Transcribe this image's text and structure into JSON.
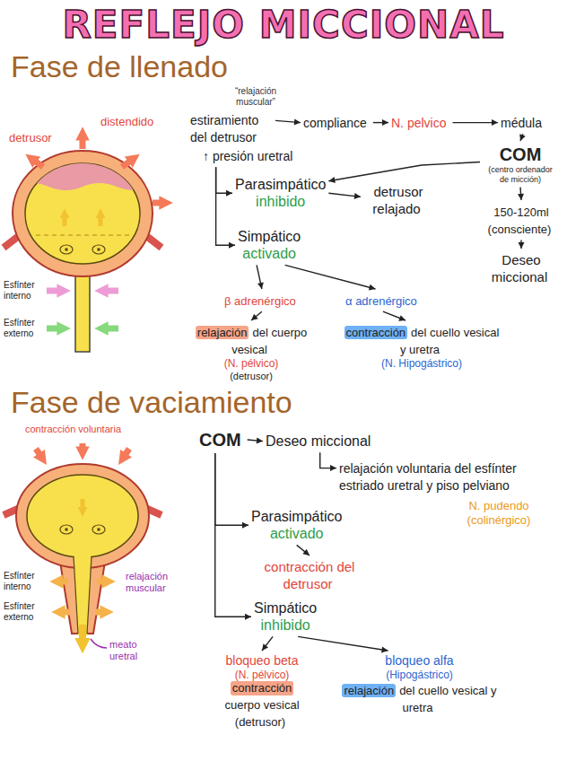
{
  "diagram": {
    "title": "REFLEJO MICCIONAL",
    "nodes": [
      {
        "text": [
          "estiramiento del detrusor"
        ]
      },
      {
        "text": [
          "compliance"
        ]
      },
      {
        "text": [
          "N. pelvico"
        ]
      },
      {
        "text": [
          "médula"
        ]
      },
      {
        "text": [
          "COM",
          "(centro ordenador de micción)"
        ]
      },
      {
        "text": [
          "↑ presión uretral"
        ]
      },
      {
        "text": [
          "150-120ml (consciente)"
        ]
      },
      {
        "text": [
          "Parasimpático",
          "inhibido"
        ]
      },
      {
        "text": [
          "detrusor relajado"
        ]
      },
      {
        "text": [
          "Deseo miccional"
        ]
      },
      {
        "text": [
          "Simpático",
          "activado"
        ]
      },
      {
        "text": [
          "β adrenérgico"
        ]
      },
      {
        "text": [
          "α adrenérgico"
        ]
      },
      {
        "text": [
          "relajación",
          "del cuerpo vesical",
          "(N. pélvico)",
          "(detrusor)"
        ]
      },
      {
        "text": [
          "contracción",
          "del cuello vesical y uretra",
          "(N. Hipogástrico)"
        ]
      },
      {
        "text": [
          "COM"
        ]
      },
      {
        "text": [
          "Deseo miccional"
        ]
      },
      {
        "text": [
          "relajación voluntaria del esfínter estriado uretral y piso pelviano"
        ]
      },
      {
        "text": [
          "Parasimpático",
          "activado"
        ]
      },
      {
        "text": [
          "contracción del detrusor"
        ]
      },
      {
        "text": [
          "Simpático",
          "inhibido"
        ]
      },
      {
        "text": [
          "bloqueo beta",
          "(N. pélvico)",
          "contracción",
          "cuerpo vesical (detrusor)"
        ]
      },
      {
        "text": [
          "bloqueo alfa",
          "(Hipogástrico)",
          "relajación",
          "del cuello vesical y uretra"
        ]
      }
    ],
    "edges": [
      {
        "from": 0,
        "to": 1,
        "arrow": "to"
      },
      {
        "from": 1,
        "to": 2,
        "arrow": "to"
      },
      {
        "from": 2,
        "to": 3,
        "arrow": "to"
      },
      {
        "from": 3,
        "to": 4,
        "arrow": "to"
      },
      {
        "from": 4,
        "to": 6,
        "arrow": "to"
      },
      {
        "from": 6,
        "to": 9,
        "arrow": "to"
      },
      {
        "from": 4,
        "to": 7,
        "arrow": "to"
      },
      {
        "from": 5,
        "to": 7,
        "arrow": "to"
      },
      {
        "from": 5,
        "to": 10,
        "arrow": "to"
      },
      {
        "from": 7,
        "to": 8,
        "arrow": "to"
      },
      {
        "from": 10,
        "to": 11,
        "arrow": "to"
      },
      {
        "from": 10,
        "to": 12,
        "arrow": "to"
      },
      {
        "from": 11,
        "to": 13,
        "arrow": "to"
      },
      {
        "from": 12,
        "to": 14,
        "arrow": "to"
      },
      {
        "from": 15,
        "to": 16,
        "arrow": "to"
      },
      {
        "from": 16,
        "to": 17,
        "arrow": "to"
      },
      {
        "from": 15,
        "to": 18,
        "arrow": "to"
      },
      {
        "from": 15,
        "to": 20,
        "arrow": "to"
      },
      {
        "from": 18,
        "to": 19,
        "arrow": "to"
      },
      {
        "from": 20,
        "to": 21,
        "arrow": "to"
      },
      {
        "from": 20,
        "to": 22,
        "arrow": "to"
      }
    ],
    "labels": [
      "“relajación muscular”",
      "Fase de llenado",
      "detrusor",
      "distendido",
      "Esfínter interno",
      "Esfínter externo",
      "Fase de vaciamiento",
      "contracción voluntaria",
      "Esfínter interno",
      "Esfínter externo",
      "relajación muscular",
      "meato uretral",
      "N. pudendo (colinérgico)"
    ]
  }
}
